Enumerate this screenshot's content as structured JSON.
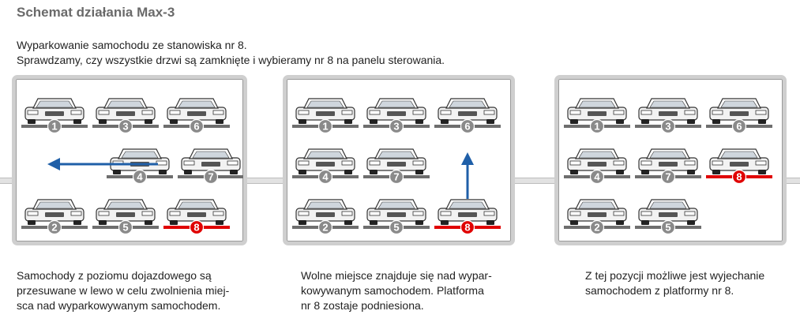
{
  "title": "Schemat działania Max-3",
  "intro": {
    "line1": "Wyparkowanie samochodu ze stanowiska nr 8.",
    "line2": "Sprawdzamy, czy wszystkie drzwi są zamknięte i wybieramy nr 8 na panelu sterowania."
  },
  "panels": [
    {
      "caption": [
        "Samochody z poziomu dojazdowego są",
        "przesuwane w lewo w celu zwolnienia miej-",
        "sca nad wyparkowywanym samochodem."
      ],
      "slots": [
        {
          "number": "1",
          "row": 0,
          "col": 0,
          "highlight": false
        },
        {
          "number": "3",
          "row": 0,
          "col": 1,
          "highlight": false
        },
        {
          "number": "6",
          "row": 0,
          "col": 2,
          "highlight": false
        },
        {
          "number": "4",
          "row": 1,
          "col": 1.2,
          "highlight": false
        },
        {
          "number": "7",
          "row": 1,
          "col": 2.2,
          "highlight": false
        },
        {
          "number": "2",
          "row": 2,
          "col": 0,
          "highlight": false
        },
        {
          "number": "5",
          "row": 2,
          "col": 1,
          "highlight": false
        },
        {
          "number": "8",
          "row": 2,
          "col": 2,
          "highlight": true
        }
      ],
      "arrow": "left"
    },
    {
      "caption": [
        "Wolne miejsce znajduje się nad wypar-",
        "kowywanym samochodem. Platforma",
        "nr 8 zostaje podniesiona."
      ],
      "slots": [
        {
          "number": "1",
          "row": 0,
          "col": 0,
          "highlight": false
        },
        {
          "number": "3",
          "row": 0,
          "col": 1,
          "highlight": false
        },
        {
          "number": "6",
          "row": 0,
          "col": 2,
          "highlight": false
        },
        {
          "number": "4",
          "row": 1,
          "col": 0,
          "highlight": false
        },
        {
          "number": "7",
          "row": 1,
          "col": 1,
          "highlight": false
        },
        {
          "number": "2",
          "row": 2,
          "col": 0,
          "highlight": false
        },
        {
          "number": "5",
          "row": 2,
          "col": 1,
          "highlight": false
        },
        {
          "number": "8",
          "row": 2,
          "col": 2,
          "highlight": true
        }
      ],
      "arrow": "up"
    },
    {
      "caption": [
        "Z tej pozycji możliwe jest wyjechanie",
        "samochodem z platformy nr 8."
      ],
      "slots": [
        {
          "number": "1",
          "row": 0,
          "col": 0,
          "highlight": false
        },
        {
          "number": "3",
          "row": 0,
          "col": 1,
          "highlight": false
        },
        {
          "number": "6",
          "row": 0,
          "col": 2,
          "highlight": false
        },
        {
          "number": "4",
          "row": 1,
          "col": 0,
          "highlight": false
        },
        {
          "number": "7",
          "row": 1,
          "col": 1,
          "highlight": false
        },
        {
          "number": "8",
          "row": 1,
          "col": 2,
          "highlight": true
        },
        {
          "number": "2",
          "row": 2,
          "col": 0,
          "highlight": false
        },
        {
          "number": "5",
          "row": 2,
          "col": 1,
          "highlight": false
        }
      ],
      "arrow": "none"
    }
  ],
  "colors": {
    "platform": "#6e6e6e",
    "highlight": "#e00000",
    "badge": "#8a8a8a",
    "arrow": "#1f5fa8",
    "car_body": "#f2f2f2",
    "car_outline": "#333333"
  }
}
